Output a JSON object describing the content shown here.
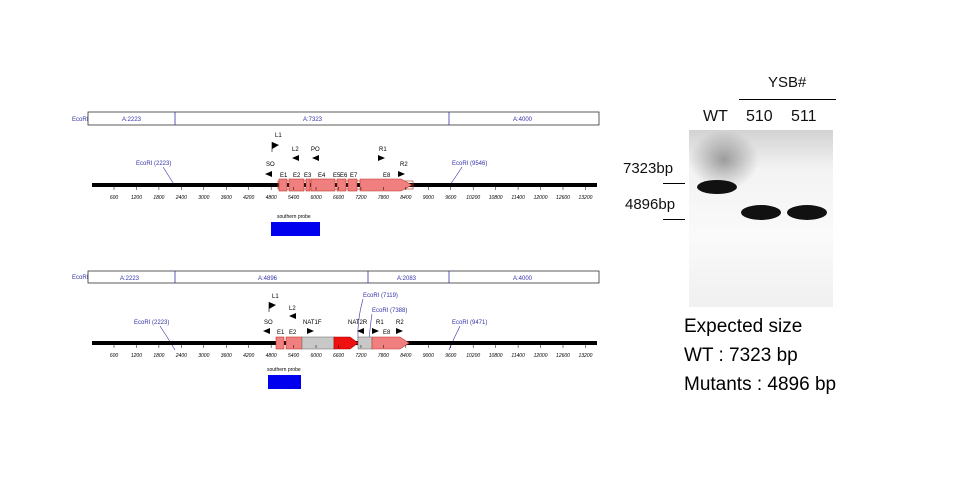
{
  "map1": {
    "top_label": "EcoRI",
    "segments": [
      "A:2223",
      "A:7323",
      "A:4000"
    ],
    "ecori_left": "EcoRI (2223)",
    "ecori_right": "EcoRI (9546)",
    "ticks": [
      "600",
      "1200",
      "1800",
      "2400",
      "3000",
      "3600",
      "4200",
      "4800",
      "5400",
      "6000",
      "6600",
      "7200",
      "7800",
      "8400",
      "9000",
      "9600",
      "10200",
      "10800",
      "11400",
      "12000",
      "12600",
      "13200"
    ],
    "primers": [
      "L1",
      "SO",
      "L2",
      "PO",
      "R1",
      "R2"
    ],
    "exons": [
      "E1",
      "E2",
      "E3",
      "E4",
      "E5",
      "E6",
      "E7",
      "E8"
    ],
    "probe_label": "southern probe"
  },
  "map2": {
    "top_label": "EcoRI",
    "segments": [
      "A:2223",
      "A:4896",
      "A:2083",
      "A:4000"
    ],
    "ecori_left": "EcoRI (2223)",
    "ecori_mid1": "EcoRI (7119)",
    "ecori_mid2": "EcoRI (7388)",
    "ecori_right": "EcoRI (9471)",
    "ticks": [
      "600",
      "1200",
      "1800",
      "2400",
      "3000",
      "3600",
      "4200",
      "4800",
      "5400",
      "6000",
      "6600",
      "7200",
      "7800",
      "8400",
      "9000",
      "9600",
      "10200",
      "10800",
      "11400",
      "12000",
      "12600",
      "13200"
    ],
    "primers": [
      "L1",
      "SO",
      "L2",
      "NAT1F",
      "NAT2R",
      "R1",
      "R2"
    ],
    "exons": [
      "E1",
      "E2",
      "E8"
    ],
    "probe_label": "southern probe"
  },
  "gel": {
    "group_label": "YSB#",
    "lanes": [
      "WT",
      "510",
      "511"
    ],
    "size_markers": [
      "7323bp",
      "4896bp"
    ]
  },
  "expected": {
    "title": "Expected size",
    "wt": "WT :  7323 bp",
    "mutants": "Mutants : 4896 bp"
  },
  "colors": {
    "exon_fill": "#f08080",
    "exon_stroke": "#c0392b",
    "nat_fill": "#ee1111",
    "insert_fill": "#c8c8c8",
    "probe_fill": "#0000ee",
    "label_blue": "#3333aa"
  }
}
